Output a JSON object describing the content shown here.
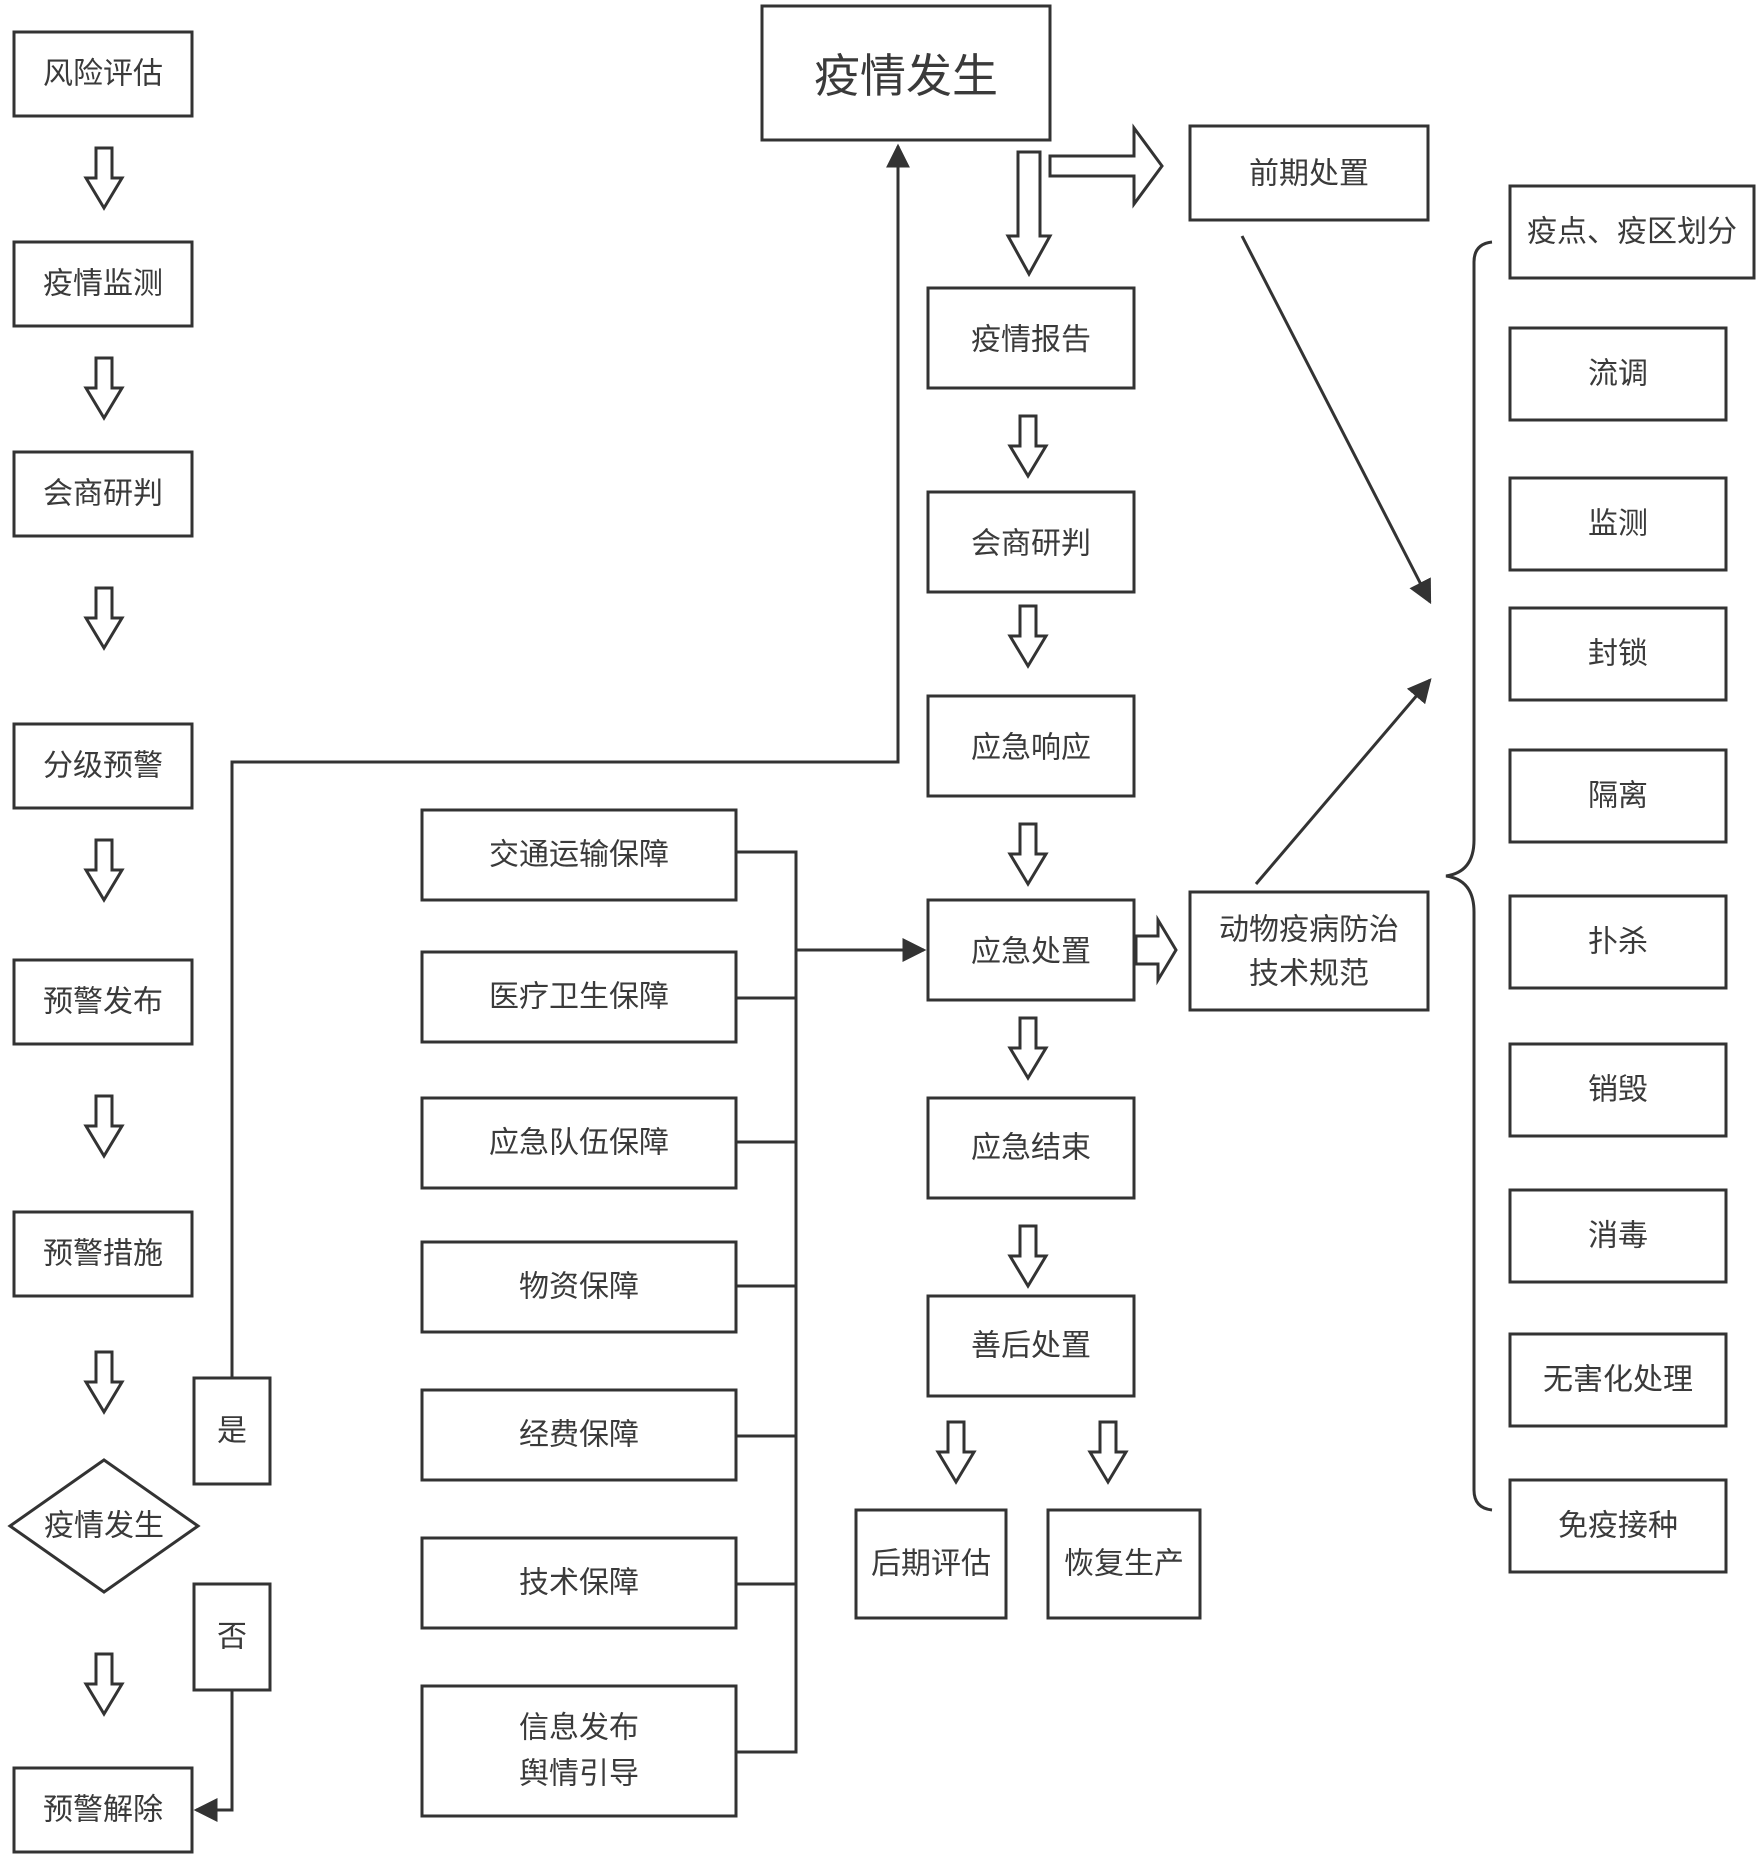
{
  "left_flow": {
    "risk_assessment": "风险评估",
    "monitoring": "疫情监测",
    "consultation": "会商研判",
    "graded_warning": "分级预警",
    "warning_release": "预警发布",
    "warning_measures": "预警措施",
    "outbreak_decision": "疫情发生",
    "yes": "是",
    "no": "否",
    "warning_lifted": "预警解除"
  },
  "main_flow": {
    "outbreak": "疫情发生",
    "initial_disposal": "前期处置",
    "report": "疫情报告",
    "consultation": "会商研判",
    "response": "应急响应",
    "disposal": "应急处置",
    "end": "应急结束",
    "aftermath": "善后处置",
    "evaluation": "后期评估",
    "resume_production": "恢复生产",
    "tech_spec_line1": "动物疫病防治",
    "tech_spec_line2": "技术规范"
  },
  "support": [
    {
      "label": "交通运输保障"
    },
    {
      "label": "医疗卫生保障"
    },
    {
      "label": "应急队伍保障"
    },
    {
      "label": "物资保障"
    },
    {
      "label": "经费保障"
    },
    {
      "label": "技术保障"
    },
    {
      "line1": "信息发布",
      "line2": "舆情引导"
    }
  ],
  "measures": [
    "疫点、疫区划分",
    "流调",
    "监测",
    "封锁",
    "隔离",
    "扑杀",
    "销毁",
    "消毒",
    "无害化处理",
    "免疫接种"
  ],
  "colors": {
    "stroke": "#333333",
    "text": "#3a3a3a",
    "background": "#ffffff"
  }
}
